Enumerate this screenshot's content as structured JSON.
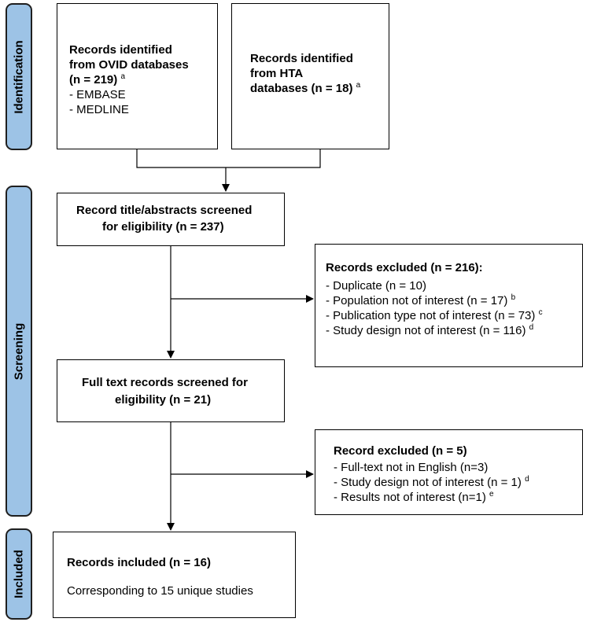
{
  "phases": {
    "identification": "Identification",
    "screening": "Screening",
    "included": "Included"
  },
  "ovid": {
    "line1": "Records identified",
    "line2": "from OVID databases",
    "line3": "(n = 219)",
    "sup": "a",
    "item1": "- EMBASE",
    "item2": "- MEDLINE"
  },
  "hta": {
    "line1": "Records identified",
    "line2": "from HTA",
    "line3": "databases (n = 18)",
    "sup": "a"
  },
  "title_screen": {
    "line1": "Record title/abstracts screened",
    "line2": "for eligibility (n = 237)"
  },
  "excluded1": {
    "title": "Records excluded (n = 216):",
    "items": [
      {
        "text": "- Duplicate (n = 10)",
        "sup": ""
      },
      {
        "text": "- Population not of interest (n = 17)",
        "sup": "b"
      },
      {
        "text": "- Publication type not of interest (n = 73)",
        "sup": "c"
      },
      {
        "text": "- Study design not of interest (n = 116)",
        "sup": "d"
      }
    ]
  },
  "fulltext": {
    "line1": "Full text records screened for",
    "line2": "eligibility (n = 21)"
  },
  "excluded2": {
    "title": "Record excluded (n = 5)",
    "items": [
      {
        "text": "- Full-text not in English (n=3)",
        "sup": ""
      },
      {
        "text": "- Study design not of interest (n = 1)",
        "sup": "d"
      },
      {
        "text": "- Results not of interest (n=1)",
        "sup": "e"
      }
    ]
  },
  "included": {
    "title": "Records included (n = 16)",
    "subtitle": "Corresponding to 15 unique studies"
  }
}
